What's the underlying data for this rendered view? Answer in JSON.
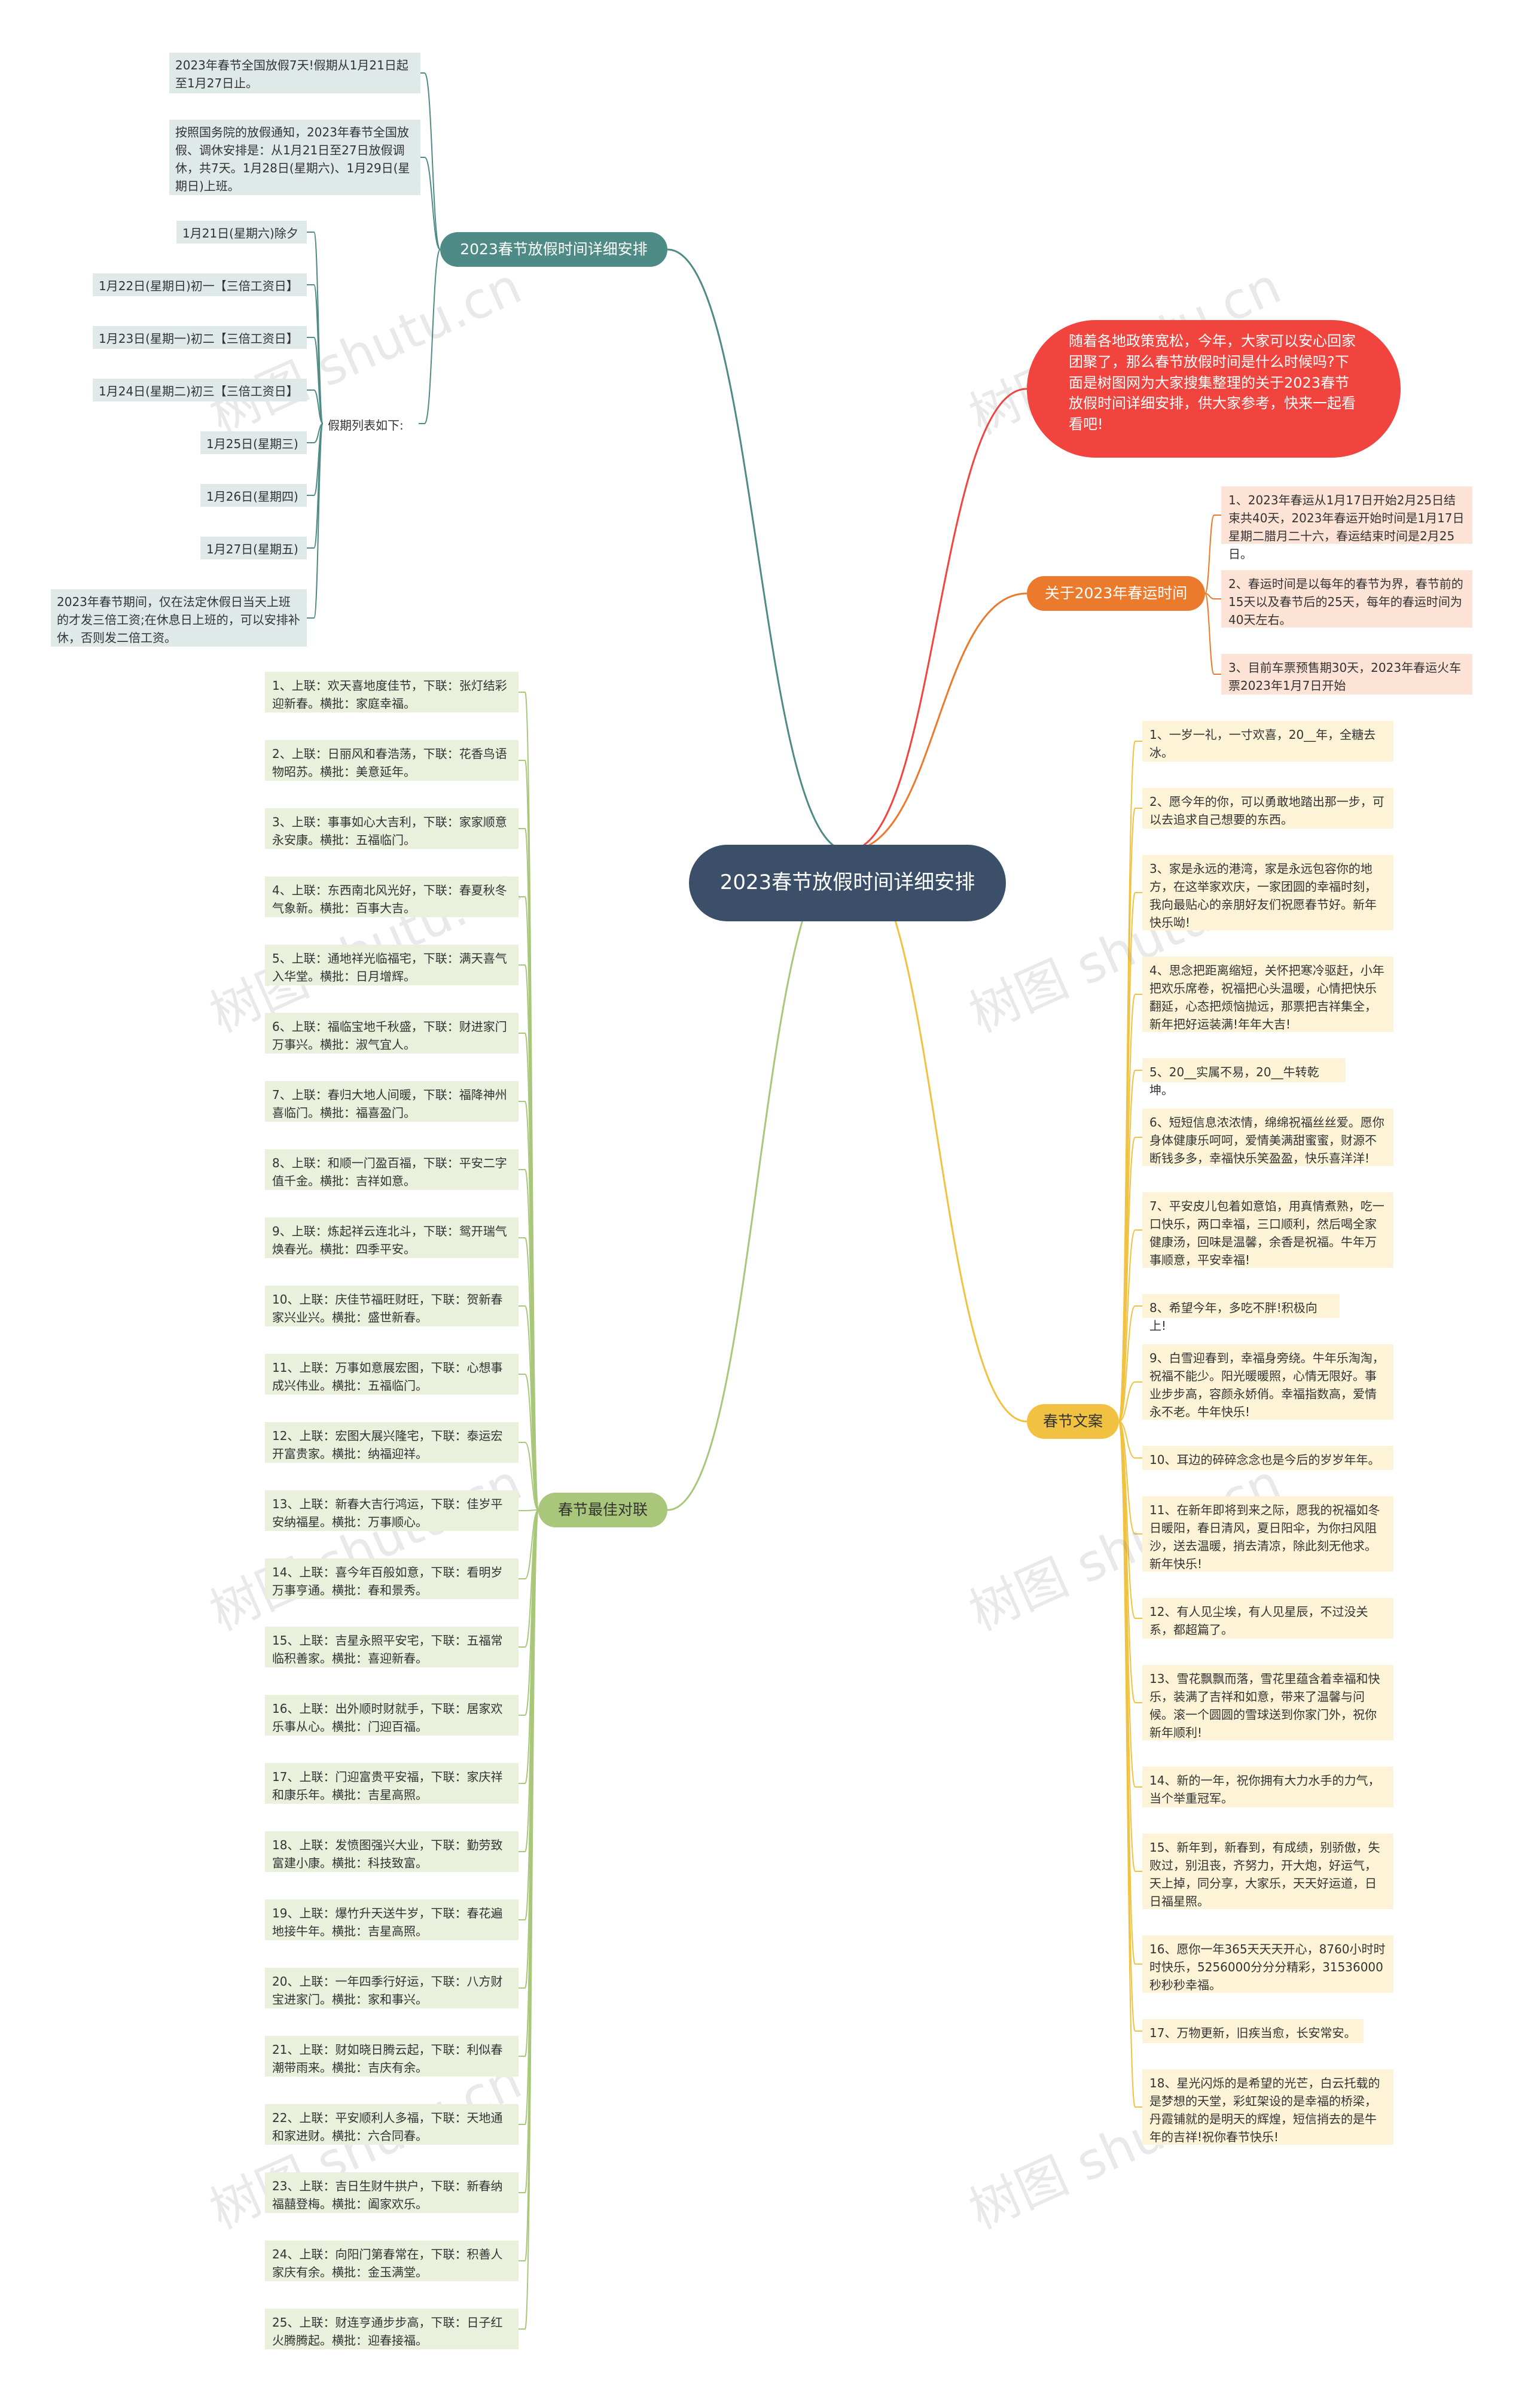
{
  "root": "2023春节放假时间详细安排",
  "intro": "随着各地政策宽松，今年，大家可以安心回家团聚了，那么春节放假时间是什么时候吗?下面是树图网为大家搜集整理的关于2023春节放假时间详细安排，供大家参考，快来一起看看吧!",
  "watermark": "树图 shutu.cn",
  "branches": {
    "schedule": {
      "label": "2023春节放假时间详细安排",
      "items": [
        "2023年春节全国放假7天!假期从1月21日起至1月27日止。",
        "按照国务院的放假通知，2023年春节全国放假、调休安排是：从1月21日至27日放假调休，共7天。1月28日(星期六)、1月29日(星期日)上班。"
      ],
      "list_label": "假期列表如下:",
      "days": [
        "1月21日(星期六)除夕",
        "1月22日(星期日)初一【三倍工资日】",
        "1月23日(星期一)初二【三倍工资日】",
        "1月24日(星期二)初三【三倍工资日】",
        "1月25日(星期三)",
        "1月26日(星期四)",
        "1月27日(星期五)",
        "2023年春节期间，仅在法定休假日当天上班的才发三倍工资;在休息日上班的，可以安排补休，否则发二倍工资。"
      ]
    },
    "travel": {
      "label": "关于2023年春运时间",
      "items": [
        "1、2023年春运从1月17日开始2月25日结束共40天，2023年春运开始时间是1月17日星期二腊月二十六，春运结束时间是2月25日。",
        "2、春运时间是以每年的春节为界，春节前的15天以及春节后的25天，每年的春运时间为40天左右。",
        "3、目前车票预售期30天，2023年春运火车票2023年1月7日开始"
      ]
    },
    "wishes": {
      "label": "春节文案",
      "items": [
        "1、一岁一礼，一寸欢喜，20__年，全糖去冰。",
        "2、愿今年的你，可以勇敢地踏出那一步，可以去追求自己想要的东西。",
        "3、家是永远的港湾，家是永远包容你的地方，在这举家欢庆，一家团圆的幸福时刻，我向最贴心的亲朋好友们祝愿春节好。新年快乐呦!",
        "4、思念把距离缩短，关怀把寒冷驱赶，小年把欢乐席卷，祝福把心头温暖，心情把快乐翻延，心态把烦恼抛远，那票把吉祥集全，新年把好运装满!年年大吉!",
        "5、20__实属不易，20__牛转乾坤。",
        "6、短短信息浓浓情，绵绵祝福丝丝爱。愿你身体健康乐呵呵，爱情美满甜蜜蜜，财源不断钱多多，幸福快乐笑盈盈，快乐喜洋洋!",
        "7、平安皮儿包着如意馅，用真情煮熟，吃一口快乐，两口幸福，三口顺利，然后喝全家健康汤，回味是温馨，余香是祝福。牛年万事顺意，平安幸福!",
        "8、希望今年，多吃不胖!积极向上!",
        "9、白雪迎春到，幸福身旁绕。牛年乐淘淘，祝福不能少。阳光暖暖照，心情无限好。事业步步高，容颜永娇俏。幸福指数高，爱情永不老。牛年快乐!",
        "10、耳边的碎碎念念也是今后的岁岁年年。",
        "11、在新年即将到来之际，愿我的祝福如冬日暖阳，春日清风，夏日阳伞，为你扫风阻沙，送去温暖，捎去清凉，除此刻无他求。新年快乐!",
        "12、有人见尘埃，有人见星辰，不过没关系，都超篇了。",
        "13、雪花飘飘而落，雪花里蕴含着幸福和快乐，装满了吉祥和如意，带来了温馨与问候。滚一个圆圆的雪球送到你家门外，祝你新年顺利!",
        "14、新的一年，祝你拥有大力水手的力气，当个举重冠军。",
        "15、新年到，新春到，有成绩，别骄傲，失败过，别沮丧，齐努力，开大炮，好运气，天上掉，同分享，大家乐，天天好运道，日日福星照。",
        "16、愿你一年365天天天开心，8760小时时时快乐，5256000分分分精彩，31536000秒秒秒幸福。",
        "17、万物更新，旧疾当愈，长安常安。",
        "18、星光闪烁的是希望的光芒，白云托载的是梦想的天堂，彩虹架设的是幸福的桥梁，丹霞铺就的是明天的辉煌，短信捎去的是牛年的吉祥!祝你春节快乐!"
      ]
    },
    "couplets": {
      "label": "春节最佳对联",
      "items": [
        "1、上联：欢天喜地度佳节，下联：张灯结彩迎新春。横批：家庭幸福。",
        "2、上联：日丽风和春浩荡，下联：花香鸟语物昭苏。横批：美意延年。",
        "3、上联：事事如心大吉利，下联：家家顺意永安康。横批：五福临门。",
        "4、上联：东西南北风光好，下联：春夏秋冬气象新。横批：百事大吉。",
        "5、上联：通地祥光临福宅，下联：满天喜气入华堂。横批：日月增辉。",
        "6、上联：福临宝地千秋盛，下联：财进家门万事兴。横批：淑气宜人。",
        "7、上联：春归大地人间暖，下联：福降神州喜临门。横批：福喜盈门。",
        "8、上联：和顺一门盈百福，下联：平安二字值千金。横批：吉祥如意。",
        "9、上联：炼起祥云连北斗，下联：鸳开瑞气焕春光。横批：四季平安。",
        "10、上联：庆佳节福旺财旺，下联：贺新春家兴业兴。横批：盛世新春。",
        "11、上联：万事如意展宏图，下联：心想事成兴伟业。横批：五福临门。",
        "12、上联：宏图大展兴隆宅，下联：泰运宏开富贵家。横批：纳福迎祥。",
        "13、上联：新春大吉行鸿运，下联：佳岁平安纳福星。横批：万事顺心。",
        "14、上联：喜今年百般如意，下联：看明岁万事亨通。横批：春和景秀。",
        "15、上联：吉星永照平安宅，下联：五福常临积善家。横批：喜迎新春。",
        "16、上联：出外顺时财就手，下联：居家欢乐事从心。横批：门迎百福。",
        "17、上联：门迎富贵平安福，下联：家庆祥和康乐年。横批：吉星高照。",
        "18、上联：发愤图强兴大业，下联：勤劳致富建小康。横批：科技致富。",
        "19、上联：爆竹升天送牛岁，下联：春花遍地接牛年。横批：吉星高照。",
        "20、上联：一年四季行好运，下联：八方财宝进家门。横批：家和事兴。",
        "21、上联：财如晓日腾云起，下联：利似春潮带雨来。横批：吉庆有余。",
        "22、上联：平安顺利人多福，下联：天地通和家进财。横批：六合同春。",
        "23、上联：吉日生财牛拱户，下联：新春纳福囍登梅。横批：阖家欢乐。",
        "24、上联：向阳门第春常在，下联：积善人家庆有余。横批：金玉满堂。",
        "25、上联：财连亨通步步高，下联：日子红火腾腾起。横批：迎春接福。"
      ]
    }
  },
  "colors": {
    "root": "#3b5068",
    "intro": "#f2443f",
    "schedule": "#4e8b86",
    "travel": "#ec7a2c",
    "wishes": "#f1c242",
    "couplets": "#a9c77a"
  }
}
